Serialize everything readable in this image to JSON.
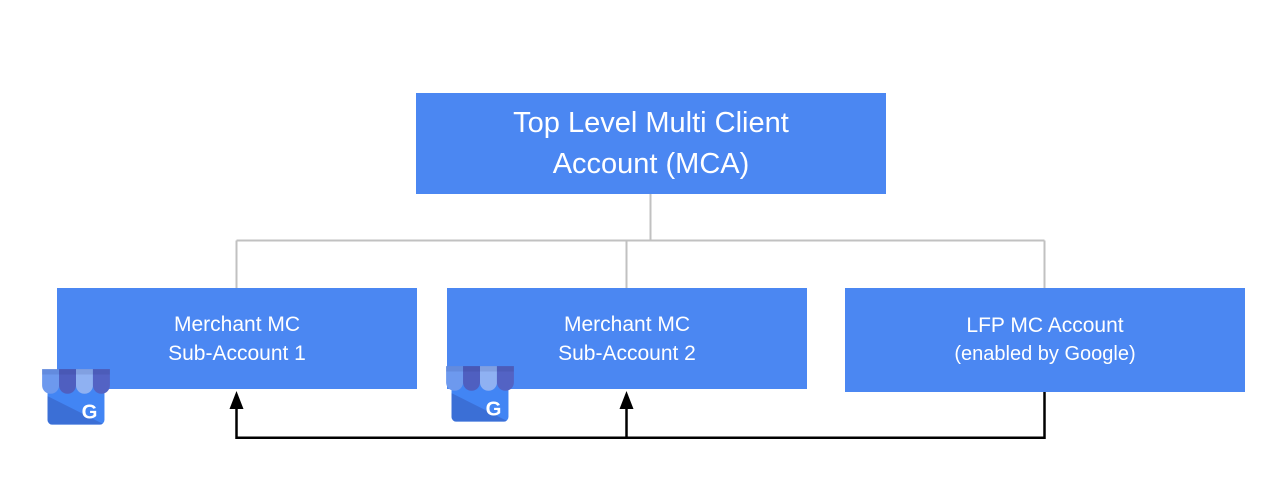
{
  "diagram": {
    "root": {
      "line1": "Top Level Multi Client",
      "line2": "Account (MCA)"
    },
    "children": [
      {
        "line1": "Merchant MC",
        "line2": "Sub-Account 1"
      },
      {
        "line1": "Merchant MC",
        "line2": "Sub-Account 2"
      },
      {
        "line1": "LFP MC Account",
        "line2": "(enabled by Google)"
      }
    ],
    "icons": [
      {
        "name": "google-my-business",
        "letter": "G"
      },
      {
        "name": "google-my-business",
        "letter": "G"
      }
    ],
    "colors": {
      "box_fill": "#4b87f2",
      "box_text": "#ffffff",
      "tree_line": "#c1c1c1",
      "flow_line": "#000000",
      "gmb_body": "#4285f4",
      "gmb_shade": "#3b6fd6",
      "gmb_awning_1": "#6d99ee",
      "gmb_awning_2": "#4f5fc0",
      "gmb_awning_3": "#8fb1f2",
      "gmb_awning_4": "#5363c4"
    }
  }
}
